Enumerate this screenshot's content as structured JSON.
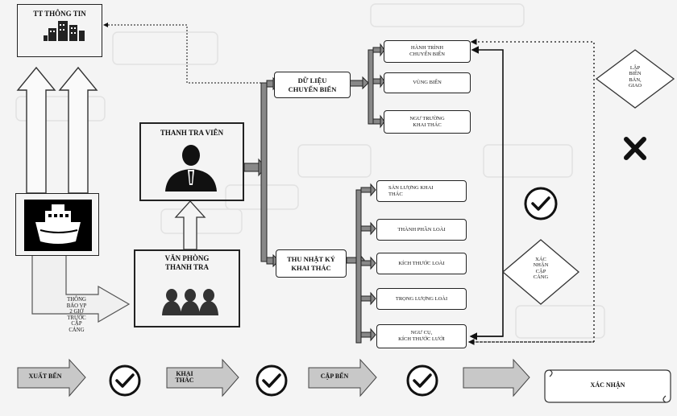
{
  "diagram": {
    "tt_thong_tin": "TT THÔNG TIN",
    "thanh_tra_vien": "THANH TRA VIÊN",
    "van_phong_thanh_tra": "VĂN PHÒNG\nTHANH TRA",
    "du_lieu_chuyen_bien": "DỮ LIỆU\nCHUYẾN BIỂN",
    "thu_nhat_ky": "THU NHẬT KÝ\nKHAI THÁC",
    "route_items": [
      "HÀNH TRÌNH\nCHUYẾN BIỂN",
      "VÙNG BIỂN",
      "NGƯ TRƯỜNG\nKHAI THÁC"
    ],
    "catch_items": [
      "SẢN LƯỢNG KHAI\nTHÁC",
      "THÀNH PHẦN LOÀI",
      "KÍCH THƯỚC LOÀI",
      "TRỌNG LƯỢNG LOÀI",
      "NGƯ CỤ,\nKÍCH THƯỚC LƯỚI"
    ],
    "lap_bien_ban": "LẬP\nBIÊN\nBẢN,\nGIAO",
    "xac_nhan_cap_cang": "XÁC\nNHẬN\nCẬP\nCẢNG",
    "thong_bao": "THÔNG\nBÁO VP\n2 GIỜ\nTRƯỚC\nCẬP\nCẢNG"
  },
  "steps": {
    "xuat_ben": "XUẤT BẾN",
    "khai_thac": "KHAI\nTHÁC",
    "cap_ben": "CẬP BẾN",
    "xac_nhan": "XÁC NHẬN"
  },
  "icons": [
    "building-icon",
    "ship-icon",
    "inspector-icon",
    "people-icon",
    "check-icon",
    "cross-icon"
  ],
  "colors": {
    "line": "#111111",
    "arrow_fill": "#b8b8b8",
    "box_border": "#222222",
    "check_ring": "#111111"
  }
}
